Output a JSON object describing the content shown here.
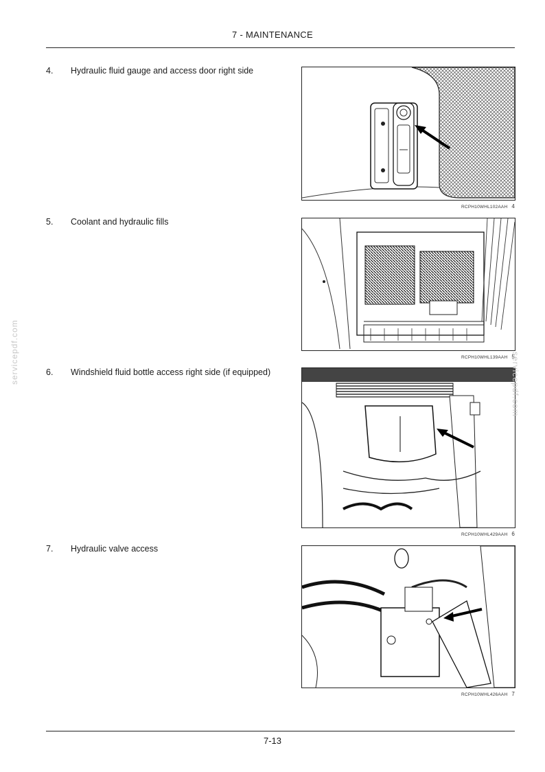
{
  "header": {
    "title": "7 - MAINTENANCE"
  },
  "steps": [
    {
      "number": "4.",
      "text": "Hydraulic fluid gauge and access door right side",
      "figure_code": "RCPH10WHL102AAH",
      "figure_number": "4"
    },
    {
      "number": "5.",
      "text": "Coolant and hydraulic fills",
      "figure_code": "RCPH10WHL139AAH",
      "figure_number": "5"
    },
    {
      "number": "6.",
      "text": "Windshield fluid bottle access right side (if equipped)",
      "figure_code": "RCPH10WHL429AAH",
      "figure_number": "6"
    },
    {
      "number": "7.",
      "text": "Hydraulic valve access",
      "figure_code": "RCPH10WHL426AAH",
      "figure_number": "7"
    }
  ],
  "footer": {
    "page_number": "7-13"
  },
  "watermark": {
    "text": "servicepdf.com"
  }
}
